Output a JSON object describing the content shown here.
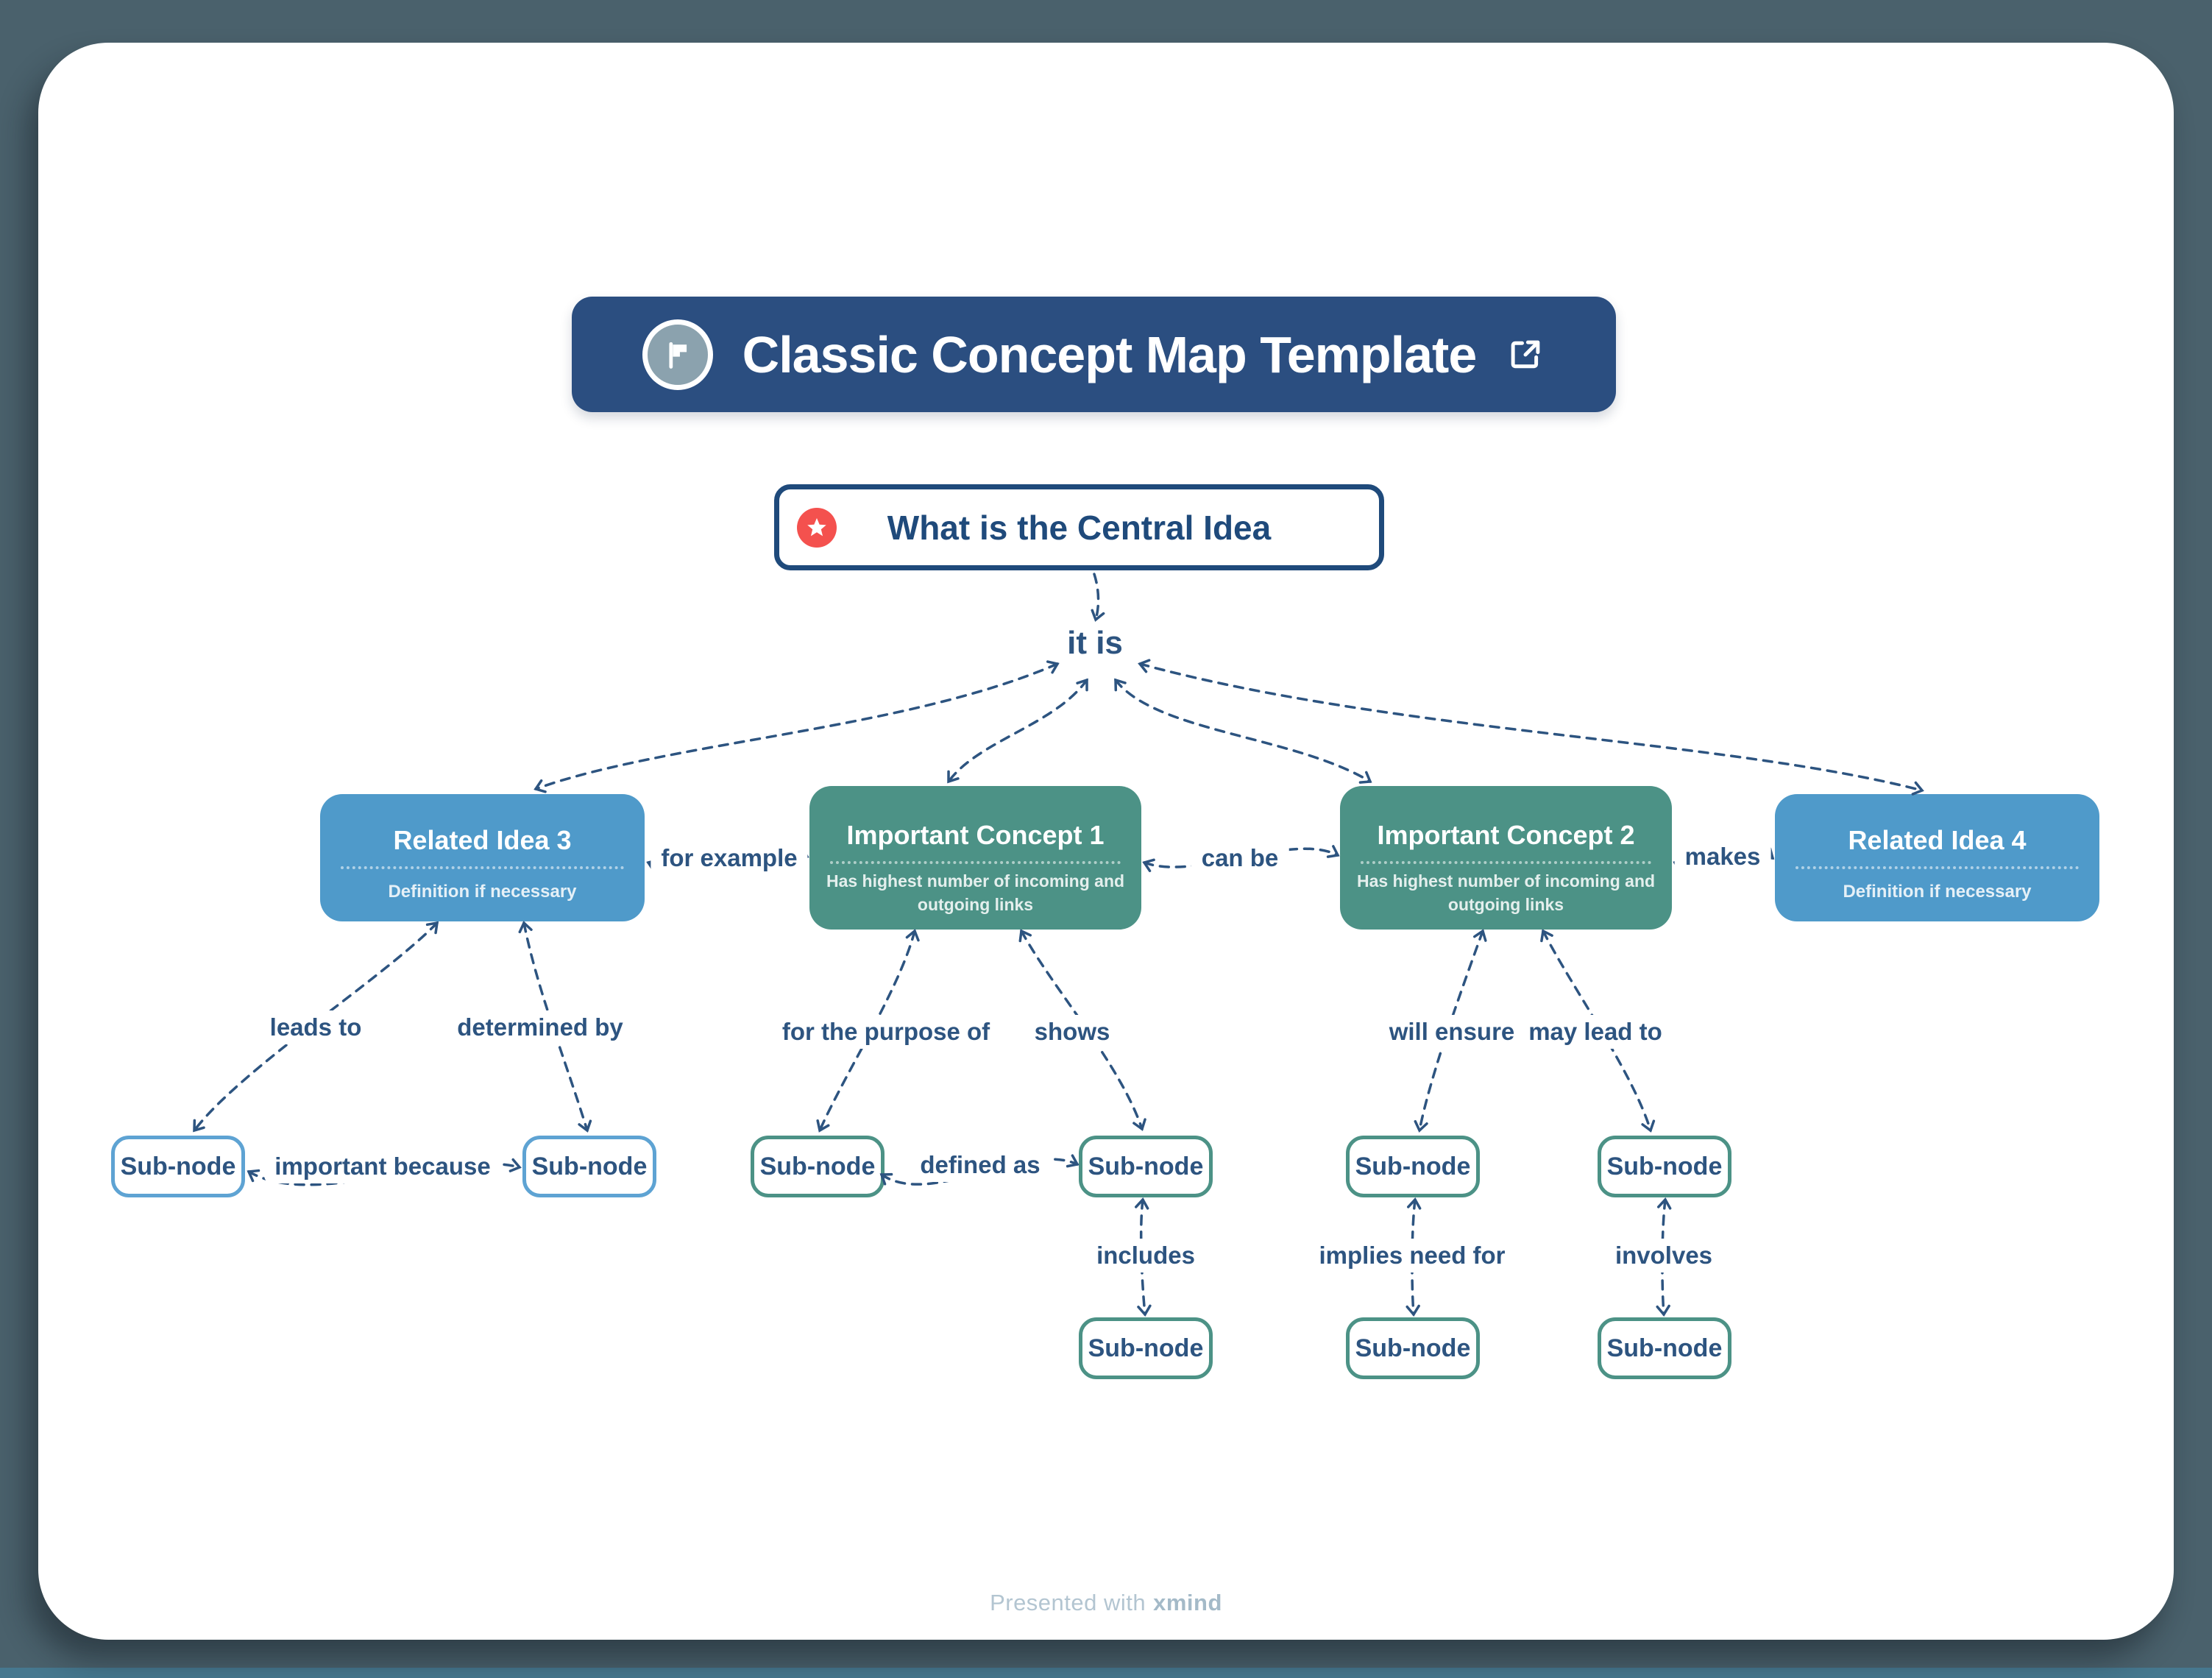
{
  "banner": {
    "title": "Classic Concept Map Template"
  },
  "central": {
    "title": "What is the Central Idea"
  },
  "nodes": {
    "related_idea_3": {
      "title": "Related Idea 3",
      "subtitle": "Definition if necessary"
    },
    "important_concept_1": {
      "title": "Important Concept 1",
      "subtitle": "Has highest number of incoming and outgoing links"
    },
    "important_concept_2": {
      "title": "Important Concept 2",
      "subtitle": "Has highest number of incoming and outgoing links"
    },
    "related_idea_4": {
      "title": "Related Idea 4",
      "subtitle": "Definition if necessary"
    },
    "subnode_label": "Sub-node"
  },
  "labels": {
    "it_is": "it is",
    "for_example": "for example",
    "can_be": "can be",
    "makes": "makes",
    "leads_to": "leads to",
    "determined_by": "determined by",
    "important_because": "important because",
    "for_the_purpose_of": "for the purpose of",
    "shows": "shows",
    "defined_as": "defined as",
    "includes": "includes",
    "will_ensure": "will ensure",
    "may_lead_to": "may lead to",
    "implies_need_for": "implies need for",
    "involves": "involves"
  },
  "footer": {
    "prefix": "Presented with",
    "brand": "xmind"
  },
  "icons": {
    "banner_icon": "flag-icon",
    "central_icon": "star-icon",
    "banner_action_icon": "open-external-icon"
  },
  "colors": {
    "page_background": "#4a616c",
    "banner_background": "#2b4e80",
    "navy_line": "#2d5480",
    "blue_node": "#4f9aca",
    "green_node": "#4c9286",
    "badge_red": "#f4514e",
    "bottom_strip": "#46788f"
  }
}
